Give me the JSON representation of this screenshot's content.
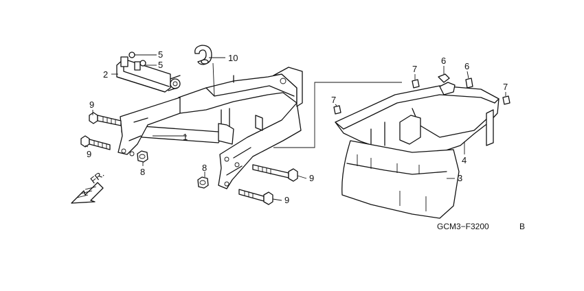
{
  "callouts": [
    {
      "id": "c1",
      "text": "1"
    },
    {
      "id": "c2",
      "text": "2"
    },
    {
      "id": "c3",
      "text": "3"
    },
    {
      "id": "c4",
      "text": "4"
    },
    {
      "id": "c5a",
      "text": "5"
    },
    {
      "id": "c5b",
      "text": "5"
    },
    {
      "id": "c6a",
      "text": "6"
    },
    {
      "id": "c6b",
      "text": "6"
    },
    {
      "id": "c7a",
      "text": "7"
    },
    {
      "id": "c7b",
      "text": "7"
    },
    {
      "id": "c7c",
      "text": "7"
    },
    {
      "id": "c8a",
      "text": "8"
    },
    {
      "id": "c8b",
      "text": "8"
    },
    {
      "id": "c9a",
      "text": "9"
    },
    {
      "id": "c9b",
      "text": "9"
    },
    {
      "id": "c9c",
      "text": "9"
    },
    {
      "id": "c9d",
      "text": "9"
    },
    {
      "id": "c10",
      "text": "10"
    }
  ],
  "direction_label": "FR.",
  "diagram_code": "GCM3−F3200",
  "diagram_suffix": "B"
}
